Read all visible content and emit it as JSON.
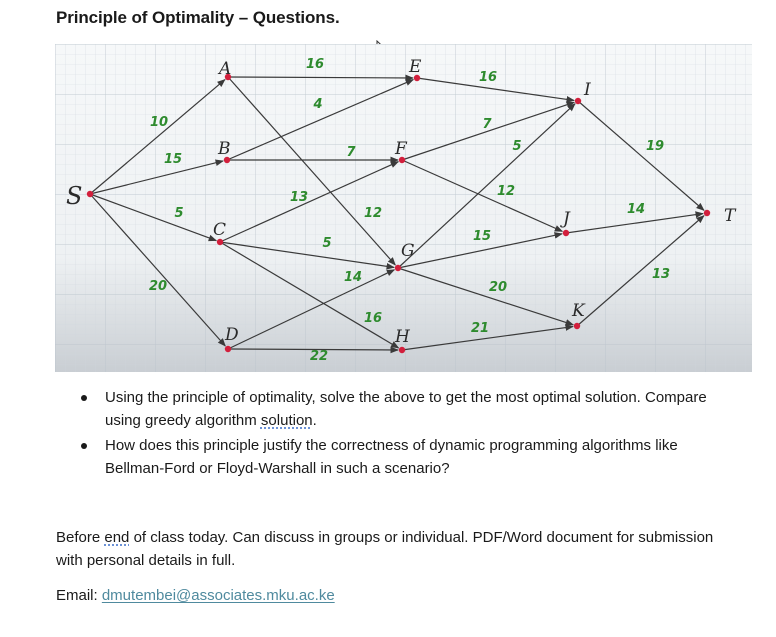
{
  "document": {
    "title": "Principle of Optimality – Questions.",
    "bullets": [
      {
        "text_a": "Using the principle of optimality, solve the above to get the most optimal solution. Compare using greedy algorithm ",
        "underlined": "solution",
        "text_b": "."
      },
      {
        "text_a": "How does this principle justify the correctness of dynamic programming algorithms like Bellman-Ford or Floyd-Warshall in such a scenario?",
        "underlined": "",
        "text_b": ""
      }
    ],
    "instructions": {
      "text_a": "Before ",
      "underlined": "end",
      "text_b": " of class today. Can discuss in groups or individual. PDF/Word document for submission with personal details in full."
    },
    "email": {
      "label": "Email: ",
      "address": "dmutembei@associates.mku.ac.ke"
    }
  },
  "graph": {
    "colors": {
      "edge": "#3a3a3a",
      "weight": "#2e8b2e",
      "node": "#d21f3c",
      "label": "#2a2a2a"
    },
    "nodes": [
      {
        "id": "S",
        "label": "S"
      },
      {
        "id": "A",
        "label": "A"
      },
      {
        "id": "B",
        "label": "B"
      },
      {
        "id": "C",
        "label": "C"
      },
      {
        "id": "D",
        "label": "D"
      },
      {
        "id": "E",
        "label": "E"
      },
      {
        "id": "F",
        "label": "F"
      },
      {
        "id": "G",
        "label": "G"
      },
      {
        "id": "H",
        "label": "H"
      },
      {
        "id": "I",
        "label": "I"
      },
      {
        "id": "J",
        "label": "J"
      },
      {
        "id": "K",
        "label": "K"
      },
      {
        "id": "T",
        "label": "T"
      }
    ],
    "edges": [
      {
        "from": "S",
        "to": "A",
        "weight": "10"
      },
      {
        "from": "S",
        "to": "B",
        "weight": "15"
      },
      {
        "from": "S",
        "to": "C",
        "weight": "5"
      },
      {
        "from": "S",
        "to": "D",
        "weight": "20"
      },
      {
        "from": "A",
        "to": "E",
        "weight": "16"
      },
      {
        "from": "A",
        "to": "G",
        "weight": "12"
      },
      {
        "from": "B",
        "to": "E",
        "weight": "4"
      },
      {
        "from": "B",
        "to": "F",
        "weight": "7"
      },
      {
        "from": "C",
        "to": "F",
        "weight": "13"
      },
      {
        "from": "C",
        "to": "G",
        "weight": "5"
      },
      {
        "from": "C",
        "to": "H",
        "weight": "16"
      },
      {
        "from": "D",
        "to": "G",
        "weight": "14"
      },
      {
        "from": "D",
        "to": "H",
        "weight": "22"
      },
      {
        "from": "E",
        "to": "I",
        "weight": "16"
      },
      {
        "from": "F",
        "to": "I",
        "weight": "7"
      },
      {
        "from": "F",
        "to": "J",
        "weight": "12"
      },
      {
        "from": "G",
        "to": "I",
        "weight": "5"
      },
      {
        "from": "G",
        "to": "J",
        "weight": "15"
      },
      {
        "from": "G",
        "to": "K",
        "weight": "20"
      },
      {
        "from": "H",
        "to": "K",
        "weight": "21"
      },
      {
        "from": "I",
        "to": "T",
        "weight": "19"
      },
      {
        "from": "J",
        "to": "T",
        "weight": "14"
      },
      {
        "from": "K",
        "to": "T",
        "weight": "13"
      }
    ]
  }
}
